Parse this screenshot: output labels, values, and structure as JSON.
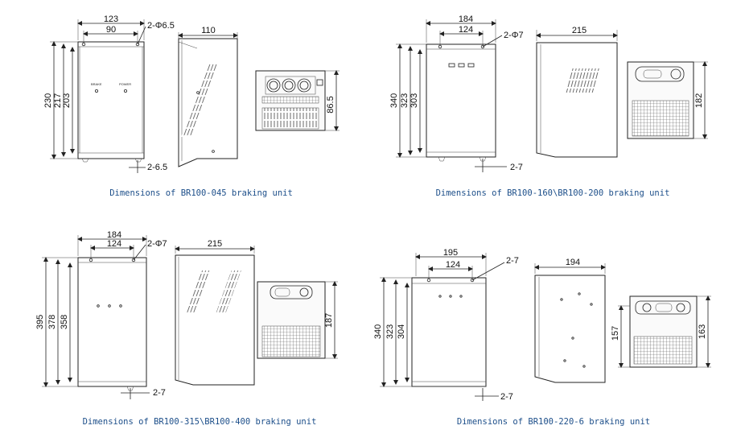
{
  "panels": [
    {
      "caption": "Dimensions of BR100-045 braking unit",
      "front_width": "123",
      "hole_spacing": "90",
      "hole_spec_top": "2-Φ6.5",
      "hole_spec_bottom": "2-6.5",
      "height_total": "230",
      "height_mid": "217",
      "height_inner": "203",
      "side_depth": "110",
      "bottom_height": "86.5",
      "label_brake": "BRAKE",
      "label_power": "POWER"
    },
    {
      "caption": "Dimensions of BR100-160\\BR100-200 braking unit",
      "front_width": "184",
      "hole_spacing": "124",
      "hole_spec_top": "2-Φ7",
      "hole_spec_bottom": "2-7",
      "height_total": "340",
      "height_mid": "323",
      "height_inner": "303",
      "side_depth": "215",
      "bottom_height": "182"
    },
    {
      "caption": "Dimensions of BR100-315\\BR100-400 braking unit",
      "front_width": "184",
      "hole_spacing": "124",
      "hole_spec_top": "2-Φ7",
      "hole_spec_bottom": "2-7",
      "height_total": "395",
      "height_mid": "378",
      "height_inner": "358",
      "side_depth": "215",
      "bottom_height": "187"
    },
    {
      "caption": "Dimensions of BR100-220-6 braking unit",
      "front_width": "195",
      "hole_spacing": "124",
      "hole_spec_top": "2-7",
      "hole_spec_bottom": "2-7",
      "height_total": "340",
      "height_mid": "323",
      "height_inner": "304",
      "side_depth": "194",
      "bottom_height_a": "157",
      "bottom_height_b": "163"
    }
  ]
}
